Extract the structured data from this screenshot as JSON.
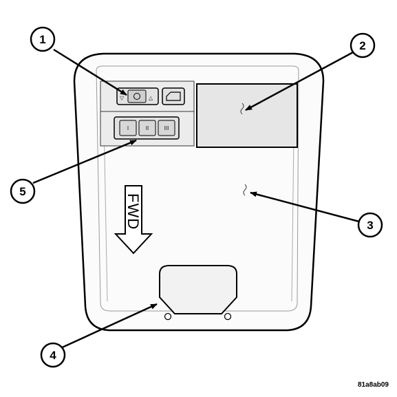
{
  "callouts": [
    "1",
    "2",
    "3",
    "4",
    "5"
  ],
  "switch_labels": [
    "I",
    "II",
    "III"
  ],
  "direction_label": "FWD",
  "figure_id": "81a8ab09",
  "colors": {
    "line": "#000000",
    "panel": "#f7f7f7",
    "background": "#ffffff"
  }
}
